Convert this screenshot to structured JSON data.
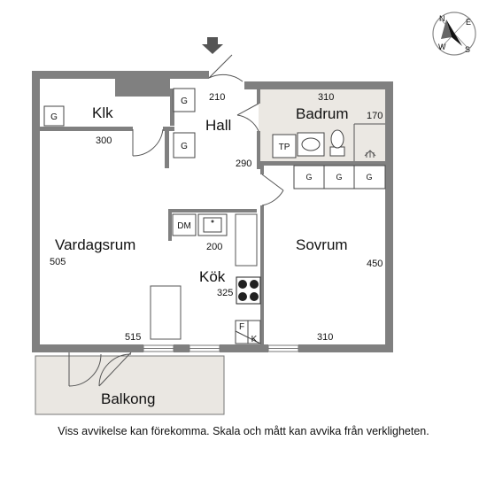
{
  "rooms": {
    "klk": "Klk",
    "hall": "Hall",
    "badrum": "Badrum",
    "vardagsrum": "Vardagsrum",
    "kok": "Kök",
    "sovrum": "Sovrum",
    "balkong": "Balkong"
  },
  "dimensions": {
    "hall_top": "210",
    "badrum_top": "310",
    "badrum_side": "170",
    "klk_bottom": "300",
    "hall_right": "290",
    "kok_top": "200",
    "vardagsrum_left": "505",
    "sovrum_right": "450",
    "kok_right": "325",
    "vardagsrum_bottom": "515",
    "sovrum_bottom": "310"
  },
  "fixtures": {
    "wardrobe": "G",
    "towel_dryer": "TP",
    "dishwasher": "DM",
    "fridge": "K",
    "freezer": "F"
  },
  "disclaimer": "Viss avvikelse kan förekomma. Skala och mått kan avvika från verkligheten."
}
